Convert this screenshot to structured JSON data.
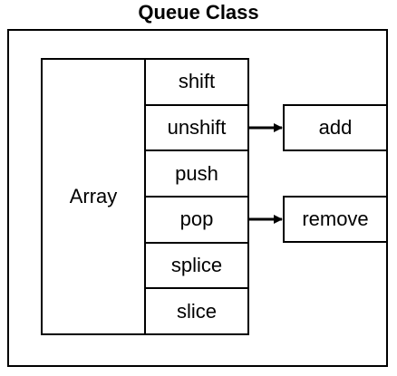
{
  "title": "Queue Class",
  "array_label": "Array",
  "methods": [
    {
      "label": "shift"
    },
    {
      "label": "unshift"
    },
    {
      "label": "push"
    },
    {
      "label": "pop"
    },
    {
      "label": "splice"
    },
    {
      "label": "slice"
    }
  ],
  "queue_methods": {
    "add": "add",
    "remove": "remove"
  }
}
